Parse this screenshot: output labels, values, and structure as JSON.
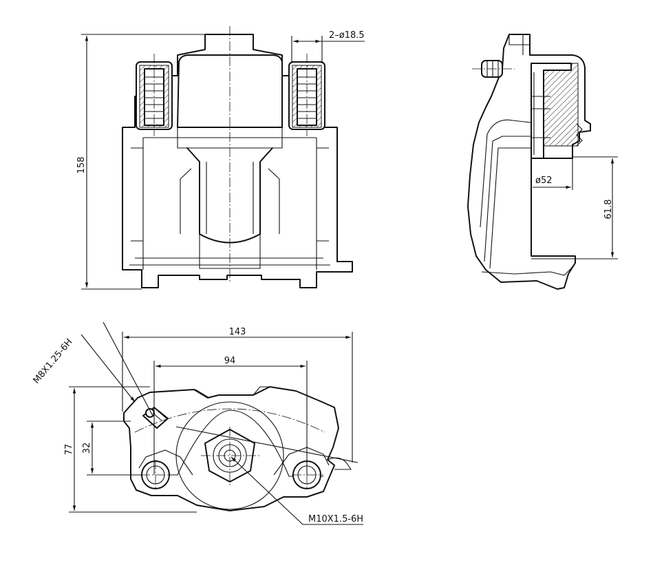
{
  "dimensions": {
    "front_height": "158",
    "hole_diameter": "2–ø18.5",
    "piston_diameter": "ø52",
    "side_height": "61.8",
    "overall_width": "143",
    "mount_spacing": "94",
    "overall_height_bottom": "77",
    "mount_height": "32",
    "bleeder_thread": "M8X1.25-6H",
    "inlet_thread": "M10X1.5-6H"
  }
}
